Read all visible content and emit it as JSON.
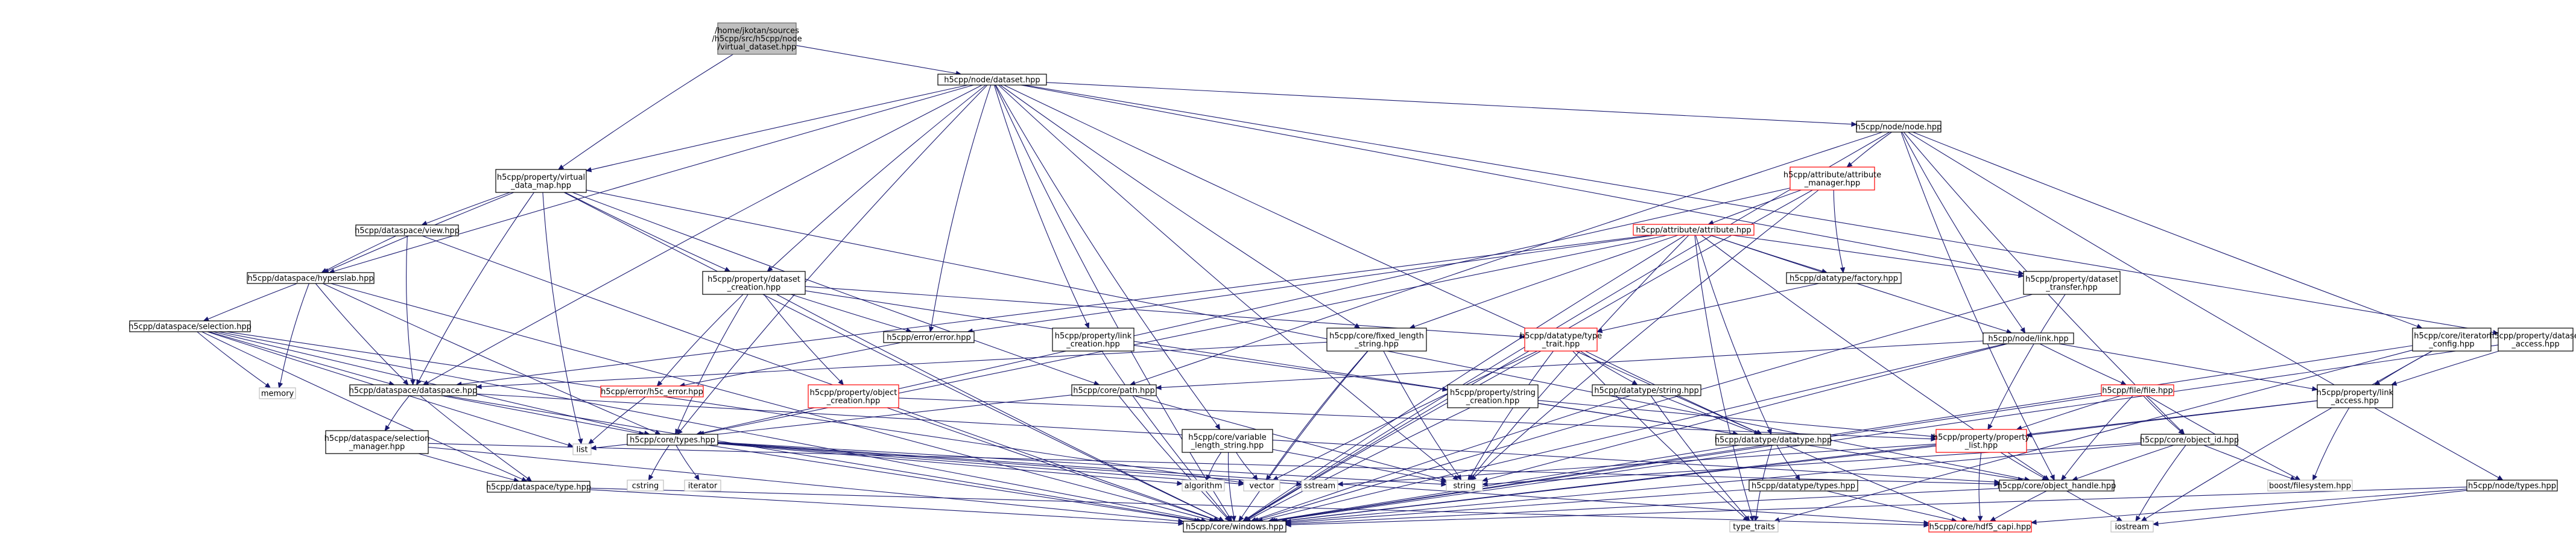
{
  "colors": {
    "edge": "#191970",
    "box_border": "#000000",
    "box_fill": "#ffffff",
    "root_fill": "#bfbfbf",
    "root_border": "#666666",
    "missing_border": "#ff0000",
    "missing_text": "#ff0000",
    "external_border": "#bfbfbf"
  },
  "nodes": [
    {
      "id": "root",
      "label": "/home/jkotan/sources\n/h5cpp/src/h5cpp/node\n/virtual_dataset.hpp",
      "kind": "root"
    },
    {
      "id": "ds",
      "label": "h5cpp/node/dataset.hpp",
      "kind": "normal"
    },
    {
      "id": "vdm",
      "label": "h5cpp/property/virtual\n_data_map.hpp",
      "kind": "normal"
    },
    {
      "id": "nodehpp",
      "label": "h5cpp/node/node.hpp",
      "kind": "normal"
    },
    {
      "id": "dview",
      "label": "h5cpp/dataspace/view.hpp",
      "kind": "normal"
    },
    {
      "id": "hyper",
      "label": "h5cpp/dataspace/hyperslab.hpp",
      "kind": "normal"
    },
    {
      "id": "sel",
      "label": "h5cpp/dataspace/selection.hpp",
      "kind": "normal"
    },
    {
      "id": "attrmgr",
      "label": "h5cpp/attribute/attribute\n_manager.hpp",
      "kind": "missing"
    },
    {
      "id": "attr",
      "label": "h5cpp/attribute/attribute.hpp",
      "kind": "missing"
    },
    {
      "id": "dsc",
      "label": "h5cpp/property/dataset\n_creation.hpp",
      "kind": "normal"
    },
    {
      "id": "dfac",
      "label": "h5cpp/datatype/factory.hpp",
      "kind": "normal"
    },
    {
      "id": "dtrans",
      "label": "h5cpp/property/dataset\n_transfer.hpp",
      "kind": "normal"
    },
    {
      "id": "iterc",
      "label": "h5cpp/core/iterator\n_config.hpp",
      "kind": "normal"
    },
    {
      "id": "dacc",
      "label": "h5cpp/property/dataset\n_access.hpp",
      "kind": "normal"
    },
    {
      "id": "lcre",
      "label": "h5cpp/property/link\n_creation.hpp",
      "kind": "normal"
    },
    {
      "id": "fls",
      "label": "h5cpp/core/fixed_length\n_string.hpp",
      "kind": "normal"
    },
    {
      "id": "dtt",
      "label": "h5cpp/datatype/type\n_trait.hpp",
      "kind": "missing"
    },
    {
      "id": "errhpp",
      "label": "h5cpp/error/error.hpp",
      "kind": "normal"
    },
    {
      "id": "linkhpp",
      "label": "h5cpp/node/link.hpp",
      "kind": "normal"
    },
    {
      "id": "dspc",
      "label": "h5cpp/dataspace/dataspace.hpp",
      "kind": "normal"
    },
    {
      "id": "h5cerr",
      "label": "h5cpp/error/h5c_error.hpp",
      "kind": "missing"
    },
    {
      "id": "objcre",
      "label": "h5cpp/property/object\n_creation.hpp",
      "kind": "missing"
    },
    {
      "id": "path",
      "label": "h5cpp/core/path.hpp",
      "kind": "normal"
    },
    {
      "id": "strcre",
      "label": "h5cpp/property/string\n_creation.hpp",
      "kind": "normal"
    },
    {
      "id": "dtstr",
      "label": "h5cpp/datatype/string.hpp",
      "kind": "normal"
    },
    {
      "id": "filehpp",
      "label": "h5cpp/file/file.hpp",
      "kind": "missing"
    },
    {
      "id": "lacc",
      "label": "h5cpp/property/link\n_access.hpp",
      "kind": "normal"
    },
    {
      "id": "dsm",
      "label": "h5cpp/dataspace/selection\n_manager.hpp",
      "kind": "normal"
    },
    {
      "id": "list",
      "label": "list",
      "kind": "external"
    },
    {
      "id": "ctypes",
      "label": "h5cpp/core/types.hpp",
      "kind": "normal"
    },
    {
      "id": "vls",
      "label": "h5cpp/core/variable\n_length_string.hpp",
      "kind": "normal"
    },
    {
      "id": "dtdt",
      "label": "h5cpp/datatype/datatype.hpp",
      "kind": "normal"
    },
    {
      "id": "plist",
      "label": "h5cpp/property/property\n_list.hpp",
      "kind": "missing"
    },
    {
      "id": "objid",
      "label": "h5cpp/core/object_id.hpp",
      "kind": "normal"
    },
    {
      "id": "memory",
      "label": "memory",
      "kind": "external"
    },
    {
      "id": "dstype",
      "label": "h5cpp/dataspace/type.hpp",
      "kind": "normal"
    },
    {
      "id": "cstring",
      "label": "cstring",
      "kind": "external"
    },
    {
      "id": "iterator",
      "label": "iterator",
      "kind": "external"
    },
    {
      "id": "algorithm",
      "label": "algorithm",
      "kind": "external"
    },
    {
      "id": "vector",
      "label": "vector",
      "kind": "external"
    },
    {
      "id": "sstream",
      "label": "sstream",
      "kind": "external"
    },
    {
      "id": "string",
      "label": "string",
      "kind": "external"
    },
    {
      "id": "dtypes",
      "label": "h5cpp/datatype/types.hpp",
      "kind": "normal"
    },
    {
      "id": "objh",
      "label": "h5cpp/core/object_handle.hpp",
      "kind": "normal"
    },
    {
      "id": "bfs",
      "label": "boost/filesystem.hpp",
      "kind": "external"
    },
    {
      "id": "ntypes",
      "label": "h5cpp/node/types.hpp",
      "kind": "normal"
    },
    {
      "id": "win",
      "label": "h5cpp/core/windows.hpp",
      "kind": "normal"
    },
    {
      "id": "typetraits",
      "label": "type_traits",
      "kind": "external"
    },
    {
      "id": "h5capi",
      "label": "h5cpp/core/hdf5_capi.hpp",
      "kind": "missing"
    },
    {
      "id": "iostream",
      "label": "iostream",
      "kind": "external"
    }
  ],
  "edges": [
    [
      "root",
      "ds"
    ],
    [
      "root",
      "vdm"
    ],
    [
      "ds",
      "nodehpp"
    ],
    [
      "ds",
      "vdm"
    ],
    [
      "ds",
      "hyper"
    ],
    [
      "ds",
      "dspc"
    ],
    [
      "ds",
      "dsc"
    ],
    [
      "ds",
      "errhpp"
    ],
    [
      "ds",
      "lcre"
    ],
    [
      "ds",
      "fls"
    ],
    [
      "ds",
      "vls"
    ],
    [
      "ds",
      "dtrans"
    ],
    [
      "ds",
      "dacc"
    ],
    [
      "ds",
      "win"
    ],
    [
      "ds",
      "ctypes"
    ],
    [
      "ds",
      "dtdt"
    ],
    [
      "ds",
      "string"
    ],
    [
      "vdm",
      "dview"
    ],
    [
      "vdm",
      "hyper"
    ],
    [
      "vdm",
      "dspc"
    ],
    [
      "vdm",
      "dsc"
    ],
    [
      "vdm",
      "path"
    ],
    [
      "vdm",
      "list"
    ],
    [
      "vdm",
      "win"
    ],
    [
      "vdm",
      "objh"
    ],
    [
      "nodehpp",
      "attrmgr"
    ],
    [
      "nodehpp",
      "linkhpp"
    ],
    [
      "nodehpp",
      "iterc"
    ],
    [
      "nodehpp",
      "objh"
    ],
    [
      "nodehpp",
      "ntypes"
    ],
    [
      "nodehpp",
      "path"
    ],
    [
      "nodehpp",
      "objid"
    ],
    [
      "nodehpp",
      "win"
    ],
    [
      "dview",
      "hyper"
    ],
    [
      "dview",
      "dspc"
    ],
    [
      "dview",
      "win"
    ],
    [
      "hyper",
      "sel"
    ],
    [
      "hyper",
      "dspc"
    ],
    [
      "hyper",
      "ctypes"
    ],
    [
      "hyper",
      "memory"
    ],
    [
      "hyper",
      "win"
    ],
    [
      "sel",
      "dspc"
    ],
    [
      "sel",
      "memory"
    ],
    [
      "sel",
      "list"
    ],
    [
      "sel",
      "ctypes"
    ],
    [
      "sel",
      "dstype"
    ],
    [
      "sel",
      "win"
    ],
    [
      "sel",
      "vector"
    ],
    [
      "attrmgr",
      "attr"
    ],
    [
      "attrmgr",
      "dfac"
    ],
    [
      "attrmgr",
      "string"
    ],
    [
      "attrmgr",
      "ctypes"
    ],
    [
      "attrmgr",
      "win"
    ],
    [
      "attr",
      "dfac"
    ],
    [
      "attr",
      "linkhpp"
    ],
    [
      "attr",
      "dtrans"
    ],
    [
      "attr",
      "fls"
    ],
    [
      "attr",
      "dspc"
    ],
    [
      "attr",
      "errhpp"
    ],
    [
      "attr",
      "dtdt"
    ],
    [
      "attr",
      "objh"
    ],
    [
      "attr",
      "win"
    ],
    [
      "attr",
      "typetraits"
    ],
    [
      "attr",
      "ctypes"
    ],
    [
      "attr",
      "string"
    ],
    [
      "dsc",
      "errhpp"
    ],
    [
      "dsc",
      "objcre"
    ],
    [
      "dsc",
      "dtdt"
    ],
    [
      "dsc",
      "dtt"
    ],
    [
      "dsc",
      "ctypes"
    ],
    [
      "dsc",
      "win"
    ],
    [
      "dsc",
      "h5cerr"
    ],
    [
      "dfac",
      "dtt"
    ],
    [
      "dtrans",
      "plist"
    ],
    [
      "dtrans",
      "win"
    ],
    [
      "iterc",
      "lacc"
    ],
    [
      "iterc",
      "win"
    ],
    [
      "iterc",
      "typetraits"
    ],
    [
      "iterc",
      "iostream"
    ],
    [
      "dacc",
      "lacc"
    ],
    [
      "dacc",
      "win"
    ],
    [
      "lcre",
      "strcre"
    ],
    [
      "lcre",
      "win"
    ],
    [
      "fls",
      "dspc"
    ],
    [
      "fls",
      "string"
    ],
    [
      "fls",
      "vector"
    ],
    [
      "fls",
      "win"
    ],
    [
      "dtt",
      "dtstr"
    ],
    [
      "dtt",
      "dtdt"
    ],
    [
      "dtt",
      "vector"
    ],
    [
      "dtt",
      "string"
    ],
    [
      "dtt",
      "typetraits"
    ],
    [
      "dtt",
      "win"
    ],
    [
      "errhpp",
      "h5cerr"
    ],
    [
      "linkhpp",
      "path"
    ],
    [
      "linkhpp",
      "lacc"
    ],
    [
      "linkhpp",
      "filehpp"
    ],
    [
      "linkhpp",
      "win"
    ],
    [
      "linkhpp",
      "string"
    ],
    [
      "dspc",
      "dsm"
    ],
    [
      "dspc",
      "dstype"
    ],
    [
      "dspc",
      "ctypes"
    ],
    [
      "dspc",
      "objh"
    ],
    [
      "dspc",
      "win"
    ],
    [
      "h5cerr",
      "list"
    ],
    [
      "objcre",
      "plist"
    ],
    [
      "objcre",
      "win"
    ],
    [
      "path",
      "list"
    ],
    [
      "path",
      "string"
    ],
    [
      "path",
      "win"
    ],
    [
      "strcre",
      "dtdt"
    ],
    [
      "strcre",
      "win"
    ],
    [
      "strcre",
      "plist"
    ],
    [
      "dtstr",
      "dtdt"
    ],
    [
      "dtstr",
      "win"
    ],
    [
      "dtstr",
      "typetraits"
    ],
    [
      "filehpp",
      "plist"
    ],
    [
      "filehpp",
      "objid"
    ],
    [
      "filehpp",
      "bfs"
    ],
    [
      "filehpp",
      "win"
    ],
    [
      "filehpp",
      "objh"
    ],
    [
      "lacc",
      "plist"
    ],
    [
      "lacc",
      "bfs"
    ],
    [
      "lacc",
      "win"
    ],
    [
      "dsm",
      "dstype"
    ],
    [
      "dsm",
      "win"
    ],
    [
      "dsm",
      "objh"
    ],
    [
      "ctypes",
      "cstring"
    ],
    [
      "ctypes",
      "iterator"
    ],
    [
      "ctypes",
      "vector"
    ],
    [
      "ctypes",
      "string"
    ],
    [
      "ctypes",
      "algorithm"
    ],
    [
      "ctypes",
      "sstream"
    ],
    [
      "ctypes",
      "win"
    ],
    [
      "ctypes",
      "h5capi"
    ],
    [
      "vls",
      "vector"
    ],
    [
      "vls",
      "string"
    ],
    [
      "vls",
      "algorithm"
    ],
    [
      "vls",
      "win"
    ],
    [
      "dtdt",
      "dtypes"
    ],
    [
      "dtdt",
      "objh"
    ],
    [
      "dtdt",
      "typetraits"
    ],
    [
      "dtdt",
      "win"
    ],
    [
      "dtdt",
      "h5capi"
    ],
    [
      "plist",
      "objh"
    ],
    [
      "plist",
      "h5capi"
    ],
    [
      "plist",
      "win"
    ],
    [
      "plist",
      "sstream"
    ],
    [
      "objid",
      "objh"
    ],
    [
      "objid",
      "bfs"
    ],
    [
      "objid",
      "win"
    ],
    [
      "objid",
      "string"
    ],
    [
      "objid",
      "iostream"
    ],
    [
      "dstype",
      "win"
    ],
    [
      "dstype",
      "h5capi"
    ],
    [
      "dtypes",
      "win"
    ],
    [
      "dtypes",
      "h5capi"
    ],
    [
      "objh",
      "h5capi"
    ],
    [
      "objh",
      "win"
    ],
    [
      "objh",
      "iostream"
    ],
    [
      "ntypes",
      "win"
    ],
    [
      "ntypes",
      "iostream"
    ],
    [
      "ntypes",
      "h5capi"
    ]
  ]
}
